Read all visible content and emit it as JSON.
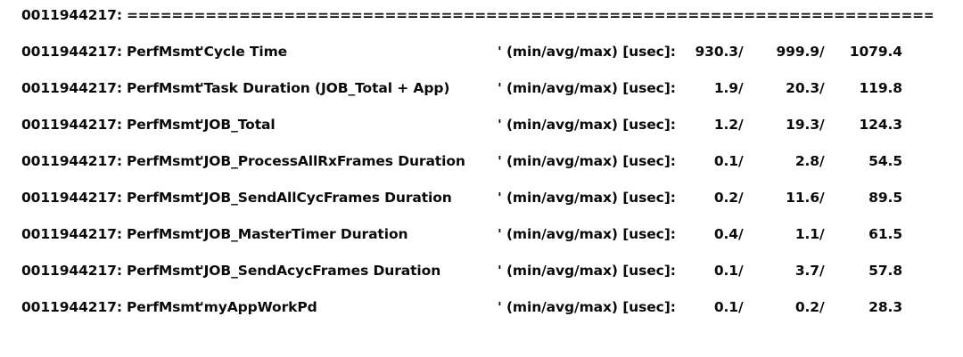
{
  "console": {
    "title": "PerfMsmt performance measurement log",
    "background_color": "#ffffff",
    "text_color": "#0a0a0a",
    "timestamp": "0011944217:",
    "tag": "PerfMsmt",
    "units_label": "' (min/avg/max) [usec]:",
    "units_label_tight": "' (min/avg/max) [usec]:",
    "separator": "==============================================================================",
    "quote_open": "'",
    "quote_close": "'",
    "slash": "/"
  },
  "rows": [
    {
      "kind": "separator",
      "timestamp": "0011944217:",
      "text": "=============================================================================="
    },
    {
      "kind": "measurement",
      "timestamp": "0011944217:",
      "tag": "PerfMsmt",
      "label": "'Cycle Time",
      "units": "' (min/avg/max) [usec]:",
      "min": "930.3",
      "avg": "999.9",
      "max": "1079.4"
    },
    {
      "kind": "measurement",
      "timestamp": "0011944217:",
      "tag": "PerfMsmt",
      "label": "'Task Duration (JOB_Total + App)",
      "units": "' (min/avg/max) [usec]:",
      "min": "1.9",
      "avg": "20.3",
      "max": "119.8"
    },
    {
      "kind": "measurement",
      "timestamp": "0011944217:",
      "tag": "PerfMsmt",
      "label": "'JOB_Total",
      "units": "' (min/avg/max) [usec]:",
      "min": "1.2",
      "avg": "19.3",
      "max": "124.3"
    },
    {
      "kind": "measurement",
      "timestamp": "0011944217:",
      "tag": "PerfMsmt",
      "label": "'JOB_ProcessAllRxFrames Duration",
      "units": "' (min/avg/max) [usec]:",
      "min": "0.1",
      "avg": "2.8",
      "max": "54.5"
    },
    {
      "kind": "measurement",
      "timestamp": "0011944217:",
      "tag": "PerfMsmt",
      "label": "'JOB_SendAllCycFrames Duration",
      "units": "' (min/avg/max) [usec]:",
      "min": "0.2",
      "avg": "11.6",
      "max": "89.5"
    },
    {
      "kind": "measurement",
      "timestamp": "0011944217:",
      "tag": "PerfMsmt",
      "label": "'JOB_MasterTimer Duration",
      "units": "' (min/avg/max) [usec]:",
      "min": "0.4",
      "avg": "1.1",
      "max": "61.5"
    },
    {
      "kind": "measurement",
      "timestamp": "0011944217:",
      "tag": "PerfMsmt",
      "label": "'JOB_SendAcycFrames Duration",
      "units": "' (min/avg/max) [usec]:",
      "min": "0.1",
      "avg": "3.7",
      "max": "57.8"
    },
    {
      "kind": "measurement",
      "timestamp": "0011944217:",
      "tag": "PerfMsmt",
      "label": "'myAppWorkPd",
      "units": "' (min/avg/max) [usec]:",
      "min": "0.1",
      "avg": "0.2",
      "max": "28.3"
    }
  ]
}
